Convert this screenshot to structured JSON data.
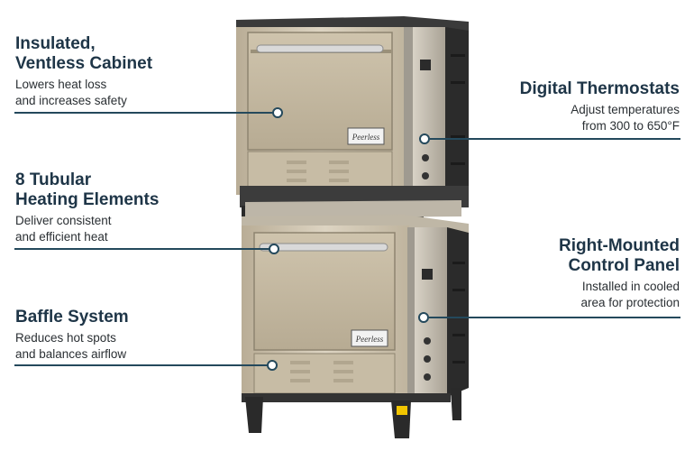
{
  "callouts": {
    "insulated": {
      "title_line1": "Insulated,",
      "title_line2": "Ventless Cabinet",
      "desc_line1": "Lowers heat loss",
      "desc_line2": "and increases safety"
    },
    "heating": {
      "title_line1": "8 Tubular",
      "title_line2": "Heating Elements",
      "desc_line1": "Deliver consistent",
      "desc_line2": "and efficient heat"
    },
    "baffle": {
      "title_line1": "Baffle System",
      "desc_line1": "Reduces hot spots",
      "desc_line2": "and balances airflow"
    },
    "thermostats": {
      "title_line1": "Digital Thermostats",
      "desc_line1": "Adjust temperatures",
      "desc_line2": "from 300 to 650°F"
    },
    "control": {
      "title_line1": "Right-Mounted",
      "title_line2": "Control Panel",
      "desc_line1": "Installed in cooled",
      "desc_line2": "area for protection"
    }
  },
  "brand_badge": "Peerless",
  "colors": {
    "accent_line": "#24495c",
    "title": "#1e3547",
    "steel": "#c9bfa8",
    "dark_panel": "#2b2b2b",
    "foot_tag": "#f2c500"
  }
}
